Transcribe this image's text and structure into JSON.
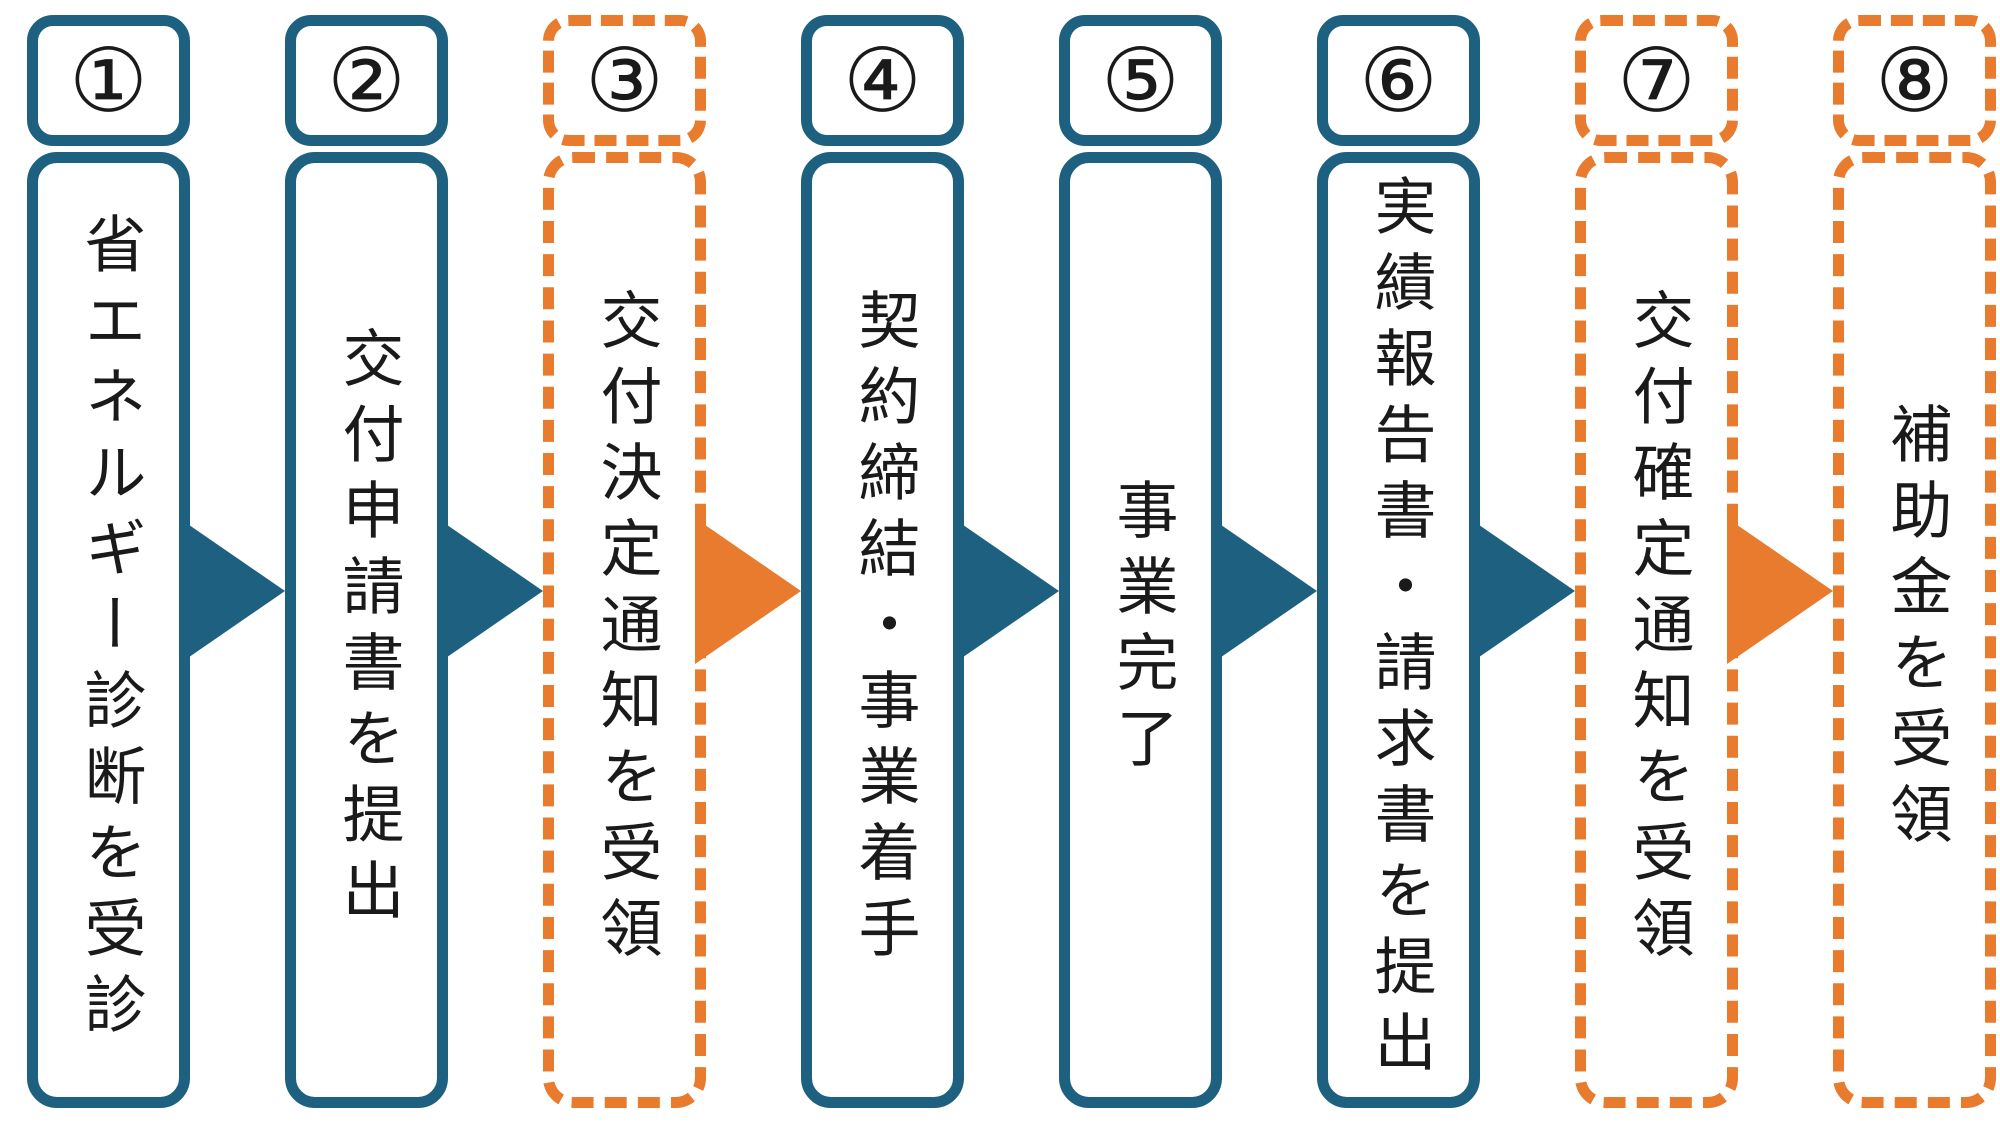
{
  "figure": {
    "description": "8-step subsidy application process flow, vertical Japanese text",
    "colors": {
      "blue": "#1e6080",
      "orange": "#e87b2d",
      "text": "#1a1a1a",
      "background": "#ffffff"
    },
    "steps": [
      {
        "number": "①",
        "label": "省エネルギー診断を受診",
        "style": "solid-blue"
      },
      {
        "number": "②",
        "label": "交付申請書を提出",
        "style": "solid-blue"
      },
      {
        "number": "③",
        "label": "交付決定通知を受領",
        "style": "dashed-orange"
      },
      {
        "number": "④",
        "label": "契約締結・事業着手",
        "style": "solid-blue"
      },
      {
        "number": "⑤",
        "label": "事業完了",
        "style": "solid-blue"
      },
      {
        "number": "⑥",
        "label": "実績報告書・請求書を提出",
        "style": "solid-blue"
      },
      {
        "number": "⑦",
        "label": "交付確定通知を受領",
        "style": "dashed-orange"
      },
      {
        "number": "⑧",
        "label": "補助金を受領",
        "style": "dashed-orange"
      }
    ],
    "arrows": [
      {
        "from": 1,
        "to": 2,
        "color": "blue"
      },
      {
        "from": 2,
        "to": 3,
        "color": "blue"
      },
      {
        "from": 3,
        "to": 4,
        "color": "orange"
      },
      {
        "from": 4,
        "to": 5,
        "color": "blue"
      },
      {
        "from": 5,
        "to": 6,
        "color": "blue"
      },
      {
        "from": 6,
        "to": 7,
        "color": "blue"
      },
      {
        "from": 7,
        "to": 8,
        "color": "orange"
      }
    ]
  }
}
